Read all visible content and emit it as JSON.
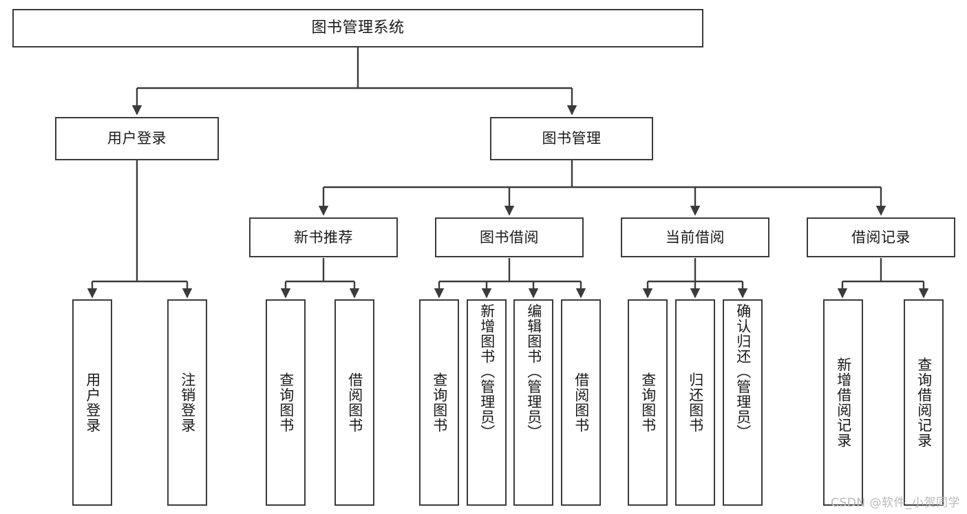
{
  "diagram": {
    "type": "tree",
    "title": "图书管理系统",
    "watermark": "CSDN @软件_小贺同学",
    "colors": {
      "node_border": "#3b3b3b",
      "node_fill": "#ffffff",
      "edge": "#3b3b3b",
      "text": "#1a1a1a",
      "background": "#ffffff",
      "watermark": "#b9b9b9"
    },
    "nodes": {
      "root": {
        "label": "图书管理系统"
      },
      "level2": [
        {
          "id": "user-login",
          "label": "用户登录"
        },
        {
          "id": "book-management",
          "label": "图书管理"
        }
      ],
      "level3": [
        {
          "id": "new-book-recommend",
          "label": "新书推荐"
        },
        {
          "id": "book-borrow",
          "label": "图书借阅"
        },
        {
          "id": "current-borrow",
          "label": "当前借阅"
        },
        {
          "id": "borrow-record",
          "label": "借阅记录"
        }
      ],
      "leaves": {
        "user_login": [
          {
            "id": "leaf-user-login",
            "label": "用户登录"
          },
          {
            "id": "leaf-logout-login",
            "label": "注销登录"
          }
        ],
        "new_book_recommend": [
          {
            "id": "leaf-query-book-1",
            "label": "查询图书"
          },
          {
            "id": "leaf-borrow-book-1",
            "label": "借阅图书"
          }
        ],
        "book_borrow": [
          {
            "id": "leaf-query-book-2",
            "label": "查询图书"
          },
          {
            "id": "leaf-add-book-admin",
            "label": "新增图书（管理员）"
          },
          {
            "id": "leaf-edit-book-admin",
            "label": "编辑图书（管理员）"
          },
          {
            "id": "leaf-borrow-book-2",
            "label": "借阅图书"
          }
        ],
        "current_borrow": [
          {
            "id": "leaf-query-book-3",
            "label": "查询图书"
          },
          {
            "id": "leaf-return-book",
            "label": "归还图书"
          },
          {
            "id": "leaf-confirm-return-admin",
            "label": "确认归还（管理员）"
          }
        ],
        "borrow_record": [
          {
            "id": "leaf-add-borrow-record",
            "label": "新增借阅记录"
          },
          {
            "id": "leaf-query-borrow-record",
            "label": "查询借阅记录"
          }
        ]
      }
    }
  }
}
